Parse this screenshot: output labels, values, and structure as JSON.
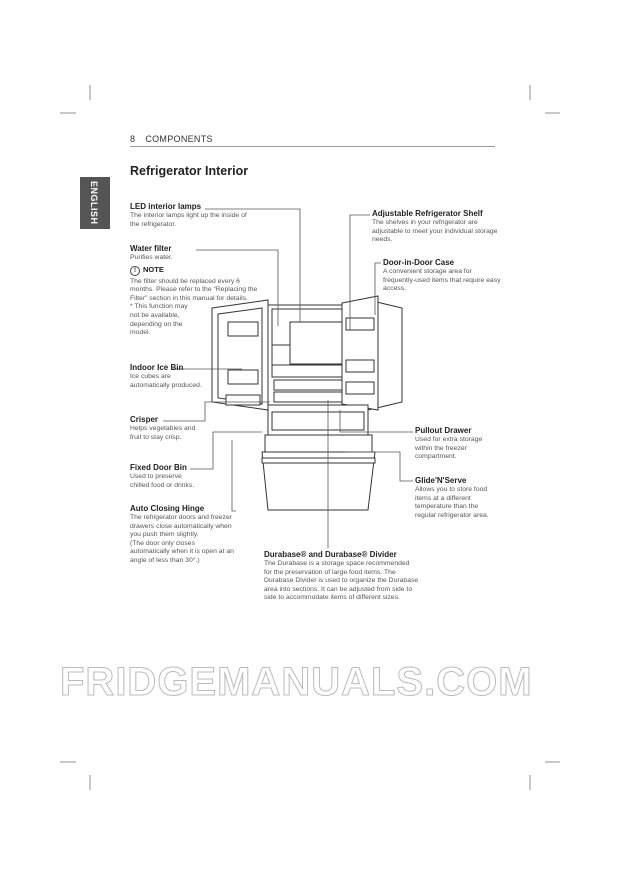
{
  "header": {
    "page_number": "8",
    "section": "COMPONENTS"
  },
  "language_tab": "ENGLISH",
  "title": "Refrigerator Interior",
  "watermark": "FRIDGEMANUALS.COM",
  "callouts": {
    "led": {
      "title": "LED interior lamps",
      "text": "The interior lamps light up the inside of the refrigerator."
    },
    "water": {
      "title": "Water filter",
      "text": "Purifies water.",
      "note_label": "NOTE",
      "note_text": "The filter should be replaced every 6 months. Please refer to the “Replacing the Filter” section in this manual for details.",
      "note_footnote": "* This function may not be available, depending on the model."
    },
    "ice": {
      "title": "Indoor Ice Bin",
      "text": "Ice cubes are automatically produced."
    },
    "crisper": {
      "title": "Crisper",
      "text": "Helps vegetables and fruit to stay crisp."
    },
    "fixed": {
      "title": "Fixed Door Bin",
      "text": "Used to preserve chilled food or drinks."
    },
    "hinge": {
      "title": "Auto Closing Hinge",
      "text": "The refrigerator doors and freezer drawers close automatically when you push them slightly.",
      "text2": "(The door only closes automatically when it is open at an angle of less than 30°.)"
    },
    "shelf": {
      "title": "Adjustable Refrigerator Shelf",
      "text": "The shelves in your refrigerator are adjustable to meet your individual storage needs."
    },
    "did": {
      "title": "Door-in-Door Case",
      "text": "A convenient storage area for frequently-used items that require easy access."
    },
    "pullout": {
      "title": "Pullout Drawer",
      "text": "Used for extra storage within the freezer compartment."
    },
    "glide": {
      "title": "Glide'N'Serve",
      "text": "Allows you to store food items at a different temperature than the regular refrigerator area."
    },
    "durabase": {
      "title": "Durabase® and Durabase® Divider",
      "text": "The Durabase is a storage space recommended for the preservation of large food items. The Durabase Divider is used to organize the Durabase area into sections. It can be adjusted from side to side to accommodate items of different sizes."
    }
  }
}
